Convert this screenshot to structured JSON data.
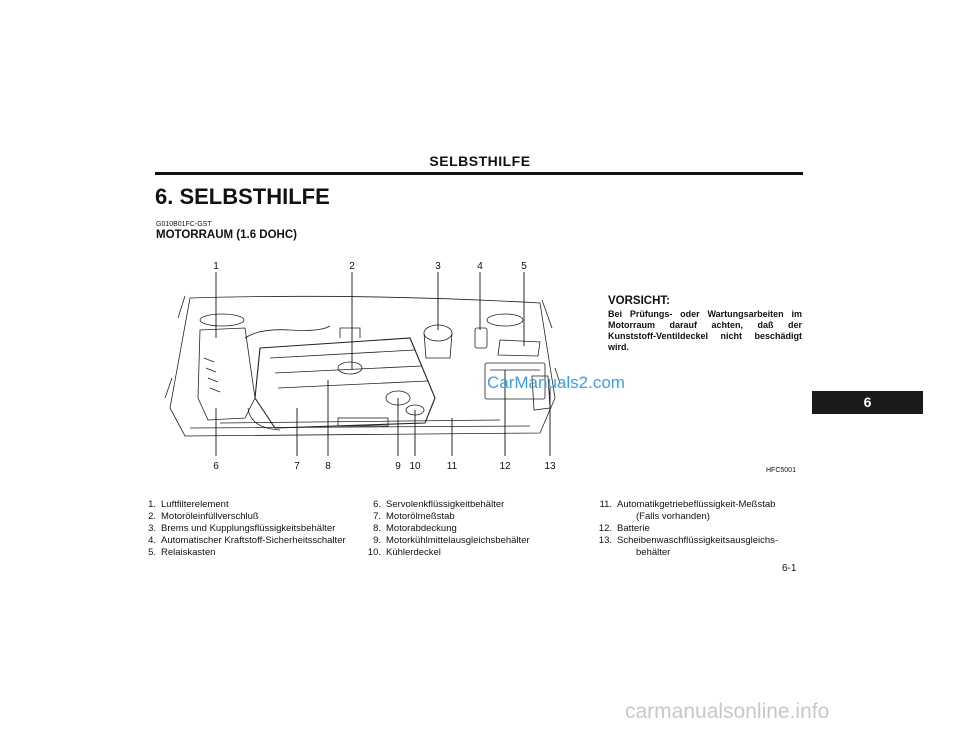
{
  "header": {
    "title": "SELBSTHILFE"
  },
  "chapter": {
    "title": "6. SELBSTHILFE"
  },
  "section": {
    "code": "G010B01FC-GST",
    "title": "MOTORRAUM (1.6 DOHC)"
  },
  "figure": {
    "code": "HFC5001",
    "callouts_top": [
      "1",
      "2",
      "3",
      "4",
      "5"
    ],
    "callouts_bottom": [
      "6",
      "7",
      "8",
      "9",
      "10",
      "11",
      "12",
      "13"
    ],
    "watermark": "CarManuals2.com"
  },
  "caution": {
    "heading": "VORSICHT:",
    "text": "Bei Prüfungs- oder Wartungsarbeiten im Motorraum darauf achten, daß der Kunststoff-Ventildeckel nicht beschädigt wird."
  },
  "side_tab": {
    "label": "6"
  },
  "legend": {
    "col1": [
      {
        "num": "1.",
        "label": "Luftfilterelement"
      },
      {
        "num": "2.",
        "label": "Motoröleinfüllverschluß"
      },
      {
        "num": "3.",
        "label": "Brems und Kupplungsflüssigkeitsbehälter"
      },
      {
        "num": "4.",
        "label": "Automatischer Kraftstoff-Sicherheitsschalter"
      },
      {
        "num": "5.",
        "label": "Relaiskasten"
      }
    ],
    "col2": [
      {
        "num": "6.",
        "label": "Servolenkflüssigkeitbehälter"
      },
      {
        "num": "7.",
        "label": "Motorölmeßstab"
      },
      {
        "num": "8.",
        "label": "Motorabdeckung"
      },
      {
        "num": "9.",
        "label": "Motorkühlmittelausgleichsbehälter"
      },
      {
        "num": "10.",
        "label": "Kühlerdeckel"
      }
    ],
    "col3": [
      {
        "num": "11.",
        "label": "Automatikgetriebeflüssigkeit-Meßstab",
        "sub": "(Falls vorhanden)"
      },
      {
        "num": "12.",
        "label": "Batterie"
      },
      {
        "num": "13.",
        "label": "Scheibenwaschflüssigkeitsausgleichs-",
        "sub": "behälter"
      }
    ]
  },
  "page": {
    "number": "6-1"
  },
  "footer": {
    "watermark": "carmanualsonline.info"
  }
}
